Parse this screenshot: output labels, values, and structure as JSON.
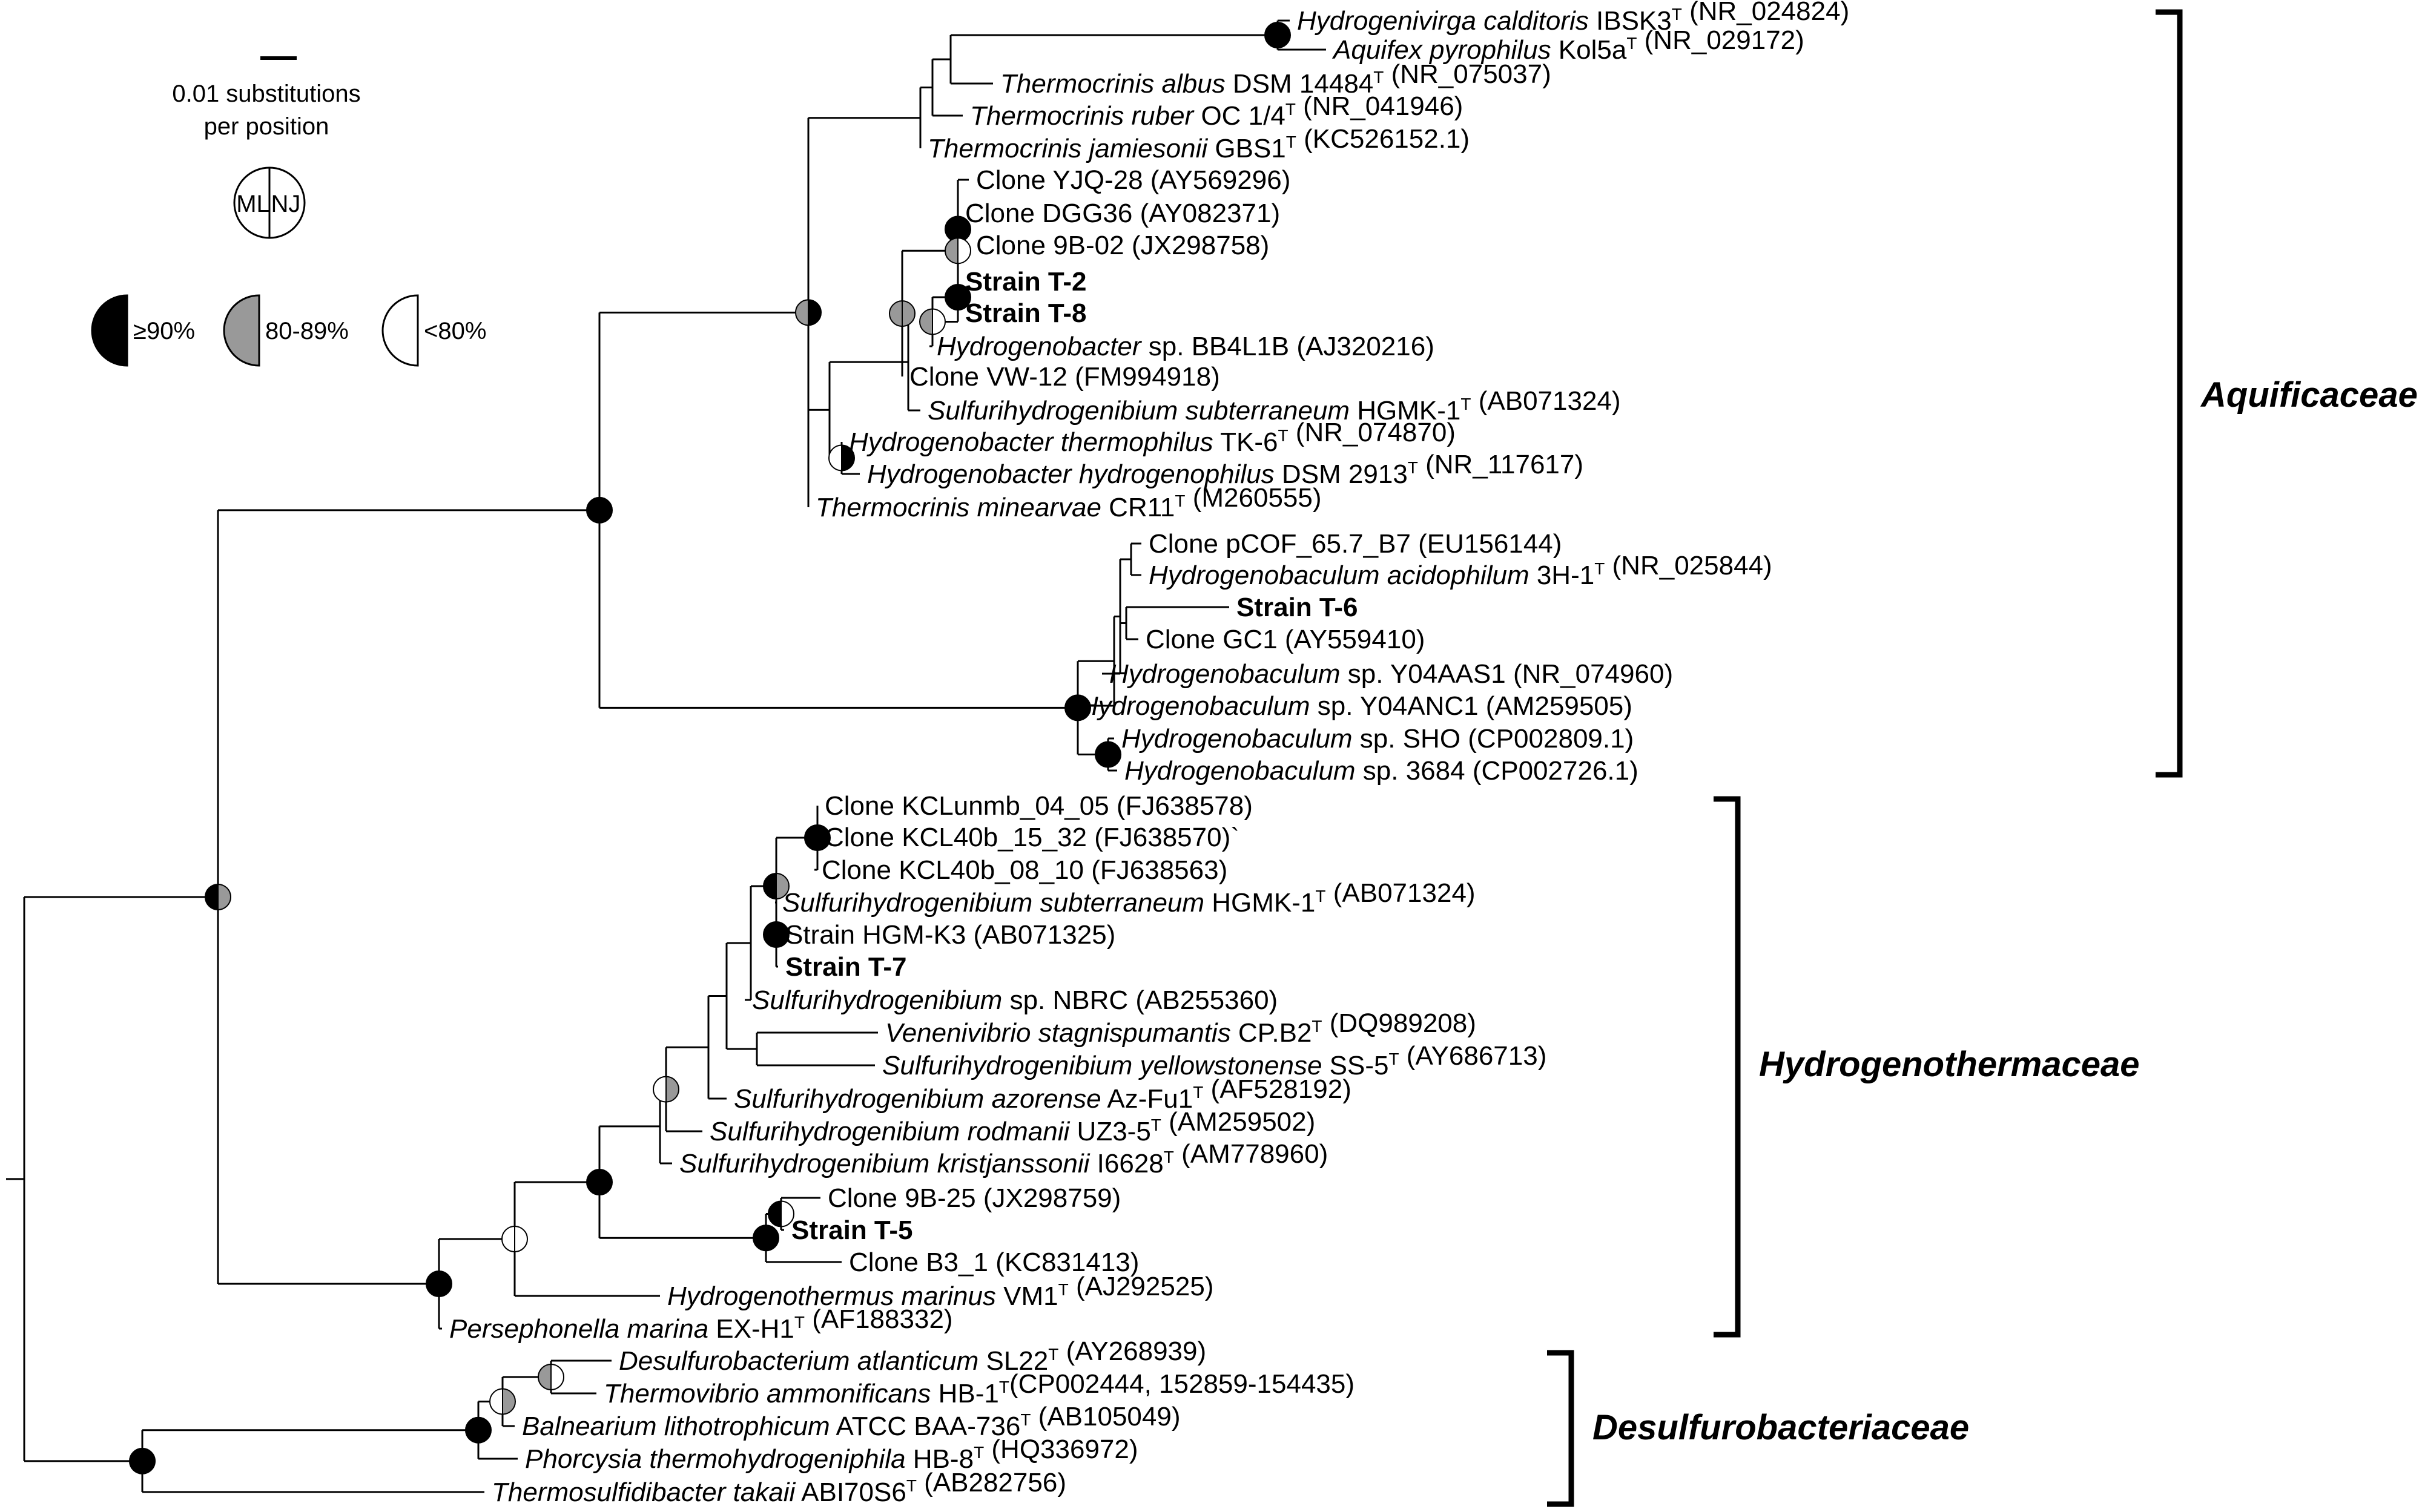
{
  "legend": {
    "scale_label_line1": "0.01 substitutions",
    "scale_label_line2": "per position",
    "key_left": "ML",
    "key_right": "NJ",
    "support_high": "≥90%",
    "support_mid": "80-89%",
    "support_low": "<80%"
  },
  "colors": {
    "high": "#000000",
    "mid": "#999999",
    "low": "#ffffff"
  },
  "families": {
    "aquificaceae": "Aquificaceae",
    "hydrogenothermaceae": "Hydrogenothermaceae",
    "desulfurobacteriaceae": "Desulfurobacteriaceae"
  },
  "taxa": [
    {
      "id": "t0",
      "segs": [
        {
          "t": "Hydrogenivirga calditoris",
          "i": true
        },
        {
          "t": " IBSK3"
        },
        {
          "t": "T",
          "sup": true
        },
        {
          "t": " (NR_024824)"
        }
      ]
    },
    {
      "id": "t1",
      "segs": [
        {
          "t": "Aquifex pyrophilus",
          "i": true
        },
        {
          "t": " Kol5a"
        },
        {
          "t": "T",
          "sup": true
        },
        {
          "t": " (NR_029172)"
        }
      ]
    },
    {
      "id": "t2",
      "segs": [
        {
          "t": "Thermocrinis albus",
          "i": true
        },
        {
          "t": " DSM 14484"
        },
        {
          "t": "T",
          "sup": true
        },
        {
          "t": " (NR_075037)"
        }
      ]
    },
    {
      "id": "t3",
      "segs": [
        {
          "t": "Thermocrinis ruber",
          "i": true
        },
        {
          "t": " OC 1/4"
        },
        {
          "t": "T",
          "sup": true
        },
        {
          "t": " (NR_041946)"
        }
      ]
    },
    {
      "id": "t4",
      "segs": [
        {
          "t": "Thermocrinis jamiesonii",
          "i": true
        },
        {
          "t": " GBS1"
        },
        {
          "t": "T",
          "sup": true
        },
        {
          "t": " (KC526152.1)"
        }
      ]
    },
    {
      "id": "t5",
      "segs": [
        {
          "t": "Clone YJQ-28 (AY569296)"
        }
      ]
    },
    {
      "id": "t6",
      "segs": [
        {
          "t": "Clone DGG36 (AY082371)"
        }
      ]
    },
    {
      "id": "t7",
      "segs": [
        {
          "t": "Clone 9B-02 (JX298758)"
        }
      ]
    },
    {
      "id": "t8",
      "segs": [
        {
          "t": "Strain T-2",
          "b": true
        }
      ]
    },
    {
      "id": "t9",
      "segs": [
        {
          "t": "Strain T-8",
          "b": true
        }
      ]
    },
    {
      "id": "t10",
      "segs": [
        {
          "t": "Hydrogenobacter",
          "i": true
        },
        {
          "t": " sp. BB4L1B (AJ320216)"
        }
      ]
    },
    {
      "id": "t11",
      "segs": [
        {
          "t": "Clone VW-12 (FM994918)"
        }
      ]
    },
    {
      "id": "t12",
      "segs": [
        {
          "t": "Sulfurihydrogenibium subterraneum",
          "i": true
        },
        {
          "t": " HGMK-1"
        },
        {
          "t": "T",
          "sup": true
        },
        {
          "t": " (AB071324)"
        }
      ]
    },
    {
      "id": "t13",
      "segs": [
        {
          "t": "Hydrogenobacter thermophilus",
          "i": true
        },
        {
          "t": " TK-6"
        },
        {
          "t": "T",
          "sup": true
        },
        {
          "t": " (NR_074870)"
        }
      ]
    },
    {
      "id": "t14",
      "segs": [
        {
          "t": "Hydrogenobacter hydrogenophilus",
          "i": true
        },
        {
          "t": " DSM 2913"
        },
        {
          "t": "T",
          "sup": true
        },
        {
          "t": " (NR_117617)"
        }
      ]
    },
    {
      "id": "t15",
      "segs": [
        {
          "t": "Thermocrinis minearvae",
          "i": true
        },
        {
          "t": " CR11"
        },
        {
          "t": "T",
          "sup": true
        },
        {
          "t": " (M260555)"
        }
      ]
    },
    {
      "id": "t16",
      "segs": [
        {
          "t": "Clone pCOF_65.7_B7 (EU156144)"
        }
      ]
    },
    {
      "id": "t17",
      "segs": [
        {
          "t": "Hydrogenobaculum acidophilum",
          "i": true
        },
        {
          "t": " 3H-1"
        },
        {
          "t": "T",
          "sup": true
        },
        {
          "t": " (NR_025844)"
        }
      ]
    },
    {
      "id": "t18",
      "segs": [
        {
          "t": "Strain T-6",
          "b": true
        }
      ]
    },
    {
      "id": "t19",
      "segs": [
        {
          "t": "Clone GC1 (AY559410)"
        }
      ]
    },
    {
      "id": "t20",
      "segs": [
        {
          "t": "Hydrogenobaculum",
          "i": true
        },
        {
          "t": " sp. Y04AAS1 (NR_074960)"
        }
      ]
    },
    {
      "id": "t21",
      "segs": [
        {
          "t": "Hydrogenobaculum",
          "i": true
        },
        {
          "t": " sp. Y04ANC1 (AM259505)"
        }
      ]
    },
    {
      "id": "t22",
      "segs": [
        {
          "t": "Hydrogenobaculum",
          "i": true
        },
        {
          "t": " sp. SHO (CP002809.1)"
        }
      ]
    },
    {
      "id": "t23",
      "segs": [
        {
          "t": "Hydrogenobaculum",
          "i": true
        },
        {
          "t": " sp. 3684 (CP002726.1)"
        }
      ]
    },
    {
      "id": "t24",
      "segs": [
        {
          "t": "Clone KCLunmb_04_05 (FJ638578)"
        }
      ]
    },
    {
      "id": "t25",
      "segs": [
        {
          "t": "Clone KCL40b_15_32 (FJ638570)`"
        }
      ]
    },
    {
      "id": "t26",
      "segs": [
        {
          "t": "Clone KCL40b_08_10 (FJ638563)"
        }
      ]
    },
    {
      "id": "t27",
      "segs": [
        {
          "t": "Sulfurihydrogenibium subterraneum",
          "i": true
        },
        {
          "t": " HGMK-1"
        },
        {
          "t": "T",
          "sup": true
        },
        {
          "t": " (AB071324)"
        }
      ]
    },
    {
      "id": "t28",
      "segs": [
        {
          "t": "Strain HGM-K3 (AB071325)"
        }
      ]
    },
    {
      "id": "t29",
      "segs": [
        {
          "t": "Strain T-7",
          "b": true
        }
      ]
    },
    {
      "id": "t30",
      "segs": [
        {
          "t": "Sulfurihydrogenibium",
          "i": true
        },
        {
          "t": " sp. NBRC (AB255360)"
        }
      ]
    },
    {
      "id": "t31",
      "segs": [
        {
          "t": "Venenivibrio stagnispumantis",
          "i": true
        },
        {
          "t": " CP.B2"
        },
        {
          "t": "T",
          "sup": true
        },
        {
          "t": " (DQ989208)"
        }
      ]
    },
    {
      "id": "t32",
      "segs": [
        {
          "t": "Sulfurihydrogenibium yellowstonense",
          "i": true
        },
        {
          "t": " SS-5"
        },
        {
          "t": "T",
          "sup": true
        },
        {
          "t": " (AY686713)"
        }
      ]
    },
    {
      "id": "t33",
      "segs": [
        {
          "t": "Sulfurihydrogenibium azorense",
          "i": true
        },
        {
          "t": " Az-Fu1"
        },
        {
          "t": "T",
          "sup": true
        },
        {
          "t": " (AF528192)"
        }
      ]
    },
    {
      "id": "t34",
      "segs": [
        {
          "t": "Sulfurihydrogenibium rodmanii",
          "i": true
        },
        {
          "t": " UZ3-5"
        },
        {
          "t": "T",
          "sup": true
        },
        {
          "t": " (AM259502)"
        }
      ]
    },
    {
      "id": "t35",
      "segs": [
        {
          "t": "Sulfurihydrogenibium kristjanssonii",
          "i": true
        },
        {
          "t": " I6628"
        },
        {
          "t": "T",
          "sup": true
        },
        {
          "t": " (AM778960)"
        }
      ]
    },
    {
      "id": "t36",
      "segs": [
        {
          "t": "Clone 9B-25 (JX298759)"
        }
      ]
    },
    {
      "id": "t37",
      "segs": [
        {
          "t": "Strain T-5",
          "b": true
        }
      ]
    },
    {
      "id": "t38",
      "segs": [
        {
          "t": "Clone B3_1 (KC831413)"
        }
      ]
    },
    {
      "id": "t39",
      "segs": [
        {
          "t": "Hydrogenothermus marinus",
          "i": true
        },
        {
          "t": " VM1"
        },
        {
          "t": "T",
          "sup": true
        },
        {
          "t": " (AJ292525)"
        }
      ]
    },
    {
      "id": "t40",
      "segs": [
        {
          "t": "Persephonella marina",
          "i": true
        },
        {
          "t": " EX-H1"
        },
        {
          "t": "T",
          "sup": true
        },
        {
          "t": " (AF188332)"
        }
      ]
    },
    {
      "id": "t41",
      "segs": [
        {
          "t": "Desulfurobacterium atlanticum",
          "i": true
        },
        {
          "t": " SL22"
        },
        {
          "t": "T",
          "sup": true
        },
        {
          "t": " (AY268939)"
        }
      ]
    },
    {
      "id": "t42",
      "segs": [
        {
          "t": "Thermovibrio ammonificans",
          "i": true
        },
        {
          "t": " HB-1"
        },
        {
          "t": "T",
          "sup": true
        },
        {
          "t": "(CP002444, 152859-154435)"
        }
      ]
    },
    {
      "id": "t43",
      "segs": [
        {
          "t": "Balnearium lithotrophicum",
          "i": true
        },
        {
          "t": " ATCC BAA-736"
        },
        {
          "t": "T",
          "sup": true
        },
        {
          "t": " (AB105049)"
        }
      ]
    },
    {
      "id": "t44",
      "segs": [
        {
          "t": "Phorcysia thermohydrogeniphila",
          "i": true
        },
        {
          "t": " HB-8"
        },
        {
          "t": "T",
          "sup": true
        },
        {
          "t": " (HQ336972)"
        }
      ]
    },
    {
      "id": "t45",
      "segs": [
        {
          "t": "Thermosulfidibacter takaii",
          "i": true
        },
        {
          "t": " ABI70S6"
        },
        {
          "t": "T",
          "sup": true
        },
        {
          "t": " (AB282756)"
        }
      ]
    }
  ]
}
